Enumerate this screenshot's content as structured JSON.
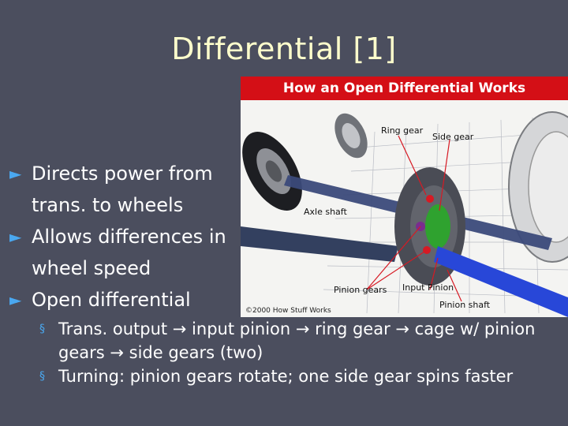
{
  "slide": {
    "title": "Differential [1]",
    "bullets": [
      {
        "marker": "►",
        "text": "Directs power from trans. to wheels"
      },
      {
        "marker": "►",
        "text": "Allows differences in wheel speed"
      },
      {
        "marker": "►",
        "text": "Open differential"
      }
    ],
    "sub_bullets": [
      {
        "marker": "§",
        "text": "Trans. output → input pinion → ring gear → cage w/ pinion gears → side gears (two)"
      },
      {
        "marker": "§",
        "text": "Turning: pinion gears rotate; one side gear spins faster"
      }
    ]
  },
  "figure": {
    "header": "How an Open Differential Works",
    "labels": {
      "ring_gear": "Ring gear",
      "side_gear": "Side gear",
      "axle_shaft": "Axle shaft",
      "pinion_gears": "Pinion gears",
      "input_pinion": "Input Pinion",
      "pinion_shaft": "Pinion shaft"
    },
    "copyright": "©2000 How Stuff Works"
  },
  "colors": {
    "background": "#4b4e5e",
    "title": "#ffffcc",
    "bullet_marker": "#4aa8f0",
    "figure_header": "#d40f16"
  }
}
